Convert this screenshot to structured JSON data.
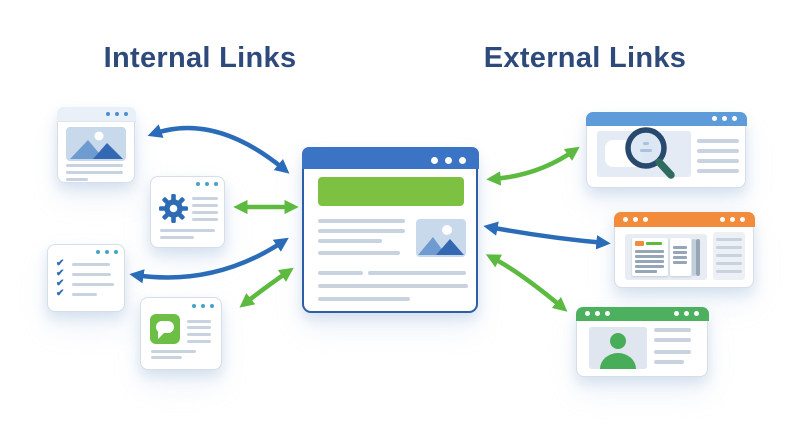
{
  "headings": {
    "internal": "Internal Links",
    "external": "External Links"
  },
  "palette": {
    "heading_navy": "#2E4A7B",
    "arrow_blue": "#2B6CB8",
    "arrow_green": "#5CBA40",
    "center_titlebar": "#3B74C4",
    "center_border": "#2E5FA6",
    "banner_green": "#7CC142",
    "search_header": "#5D9CD8",
    "news_header": "#F28C3C",
    "profile_header": "#4DB05F",
    "chat_green": "#6CBF44",
    "person_green": "#47AD58",
    "icon_blue": "#2D6CB4",
    "magnifier_ring": "#27496D",
    "magnifier_handle": "#2F6B5E",
    "image_bg": "#C9D9EC",
    "mountain_light": "#6E9CD0",
    "mountain_dark": "#3568B2",
    "line_gray": "#C9D3E0",
    "card_border": "#D7DEE9",
    "dot_teal": "#45A3C9"
  },
  "main_page": {
    "id": "main-page",
    "type": "browser-window",
    "titlebar_dots": 3,
    "contents": [
      "green-banner",
      "text-line-placeholders",
      "image-thumbnail"
    ]
  },
  "internal_pages": [
    {
      "id": "image-page",
      "icon": "image-mountains-icon",
      "titlebar_dots": 3
    },
    {
      "id": "settings-page",
      "icon": "gear-icon",
      "titlebar_dots": 3
    },
    {
      "id": "checklist-page",
      "icon": "checklist-icon",
      "titlebar_dots": 3
    },
    {
      "id": "comments-page",
      "icon": "chat-bubble-icon",
      "titlebar_dots": 3
    }
  ],
  "external_pages": [
    {
      "id": "search-page",
      "icon": "magnifier-icon",
      "header_color": "#5D9CD8",
      "titlebar_dots": 3
    },
    {
      "id": "news-page",
      "icon": "newspaper-icon",
      "header_color": "#F28C3C",
      "titlebar_dots": 6
    },
    {
      "id": "profile-page",
      "icon": "person-icon",
      "header_color": "#4DB05F",
      "titlebar_dots": 6
    }
  ],
  "links": [
    {
      "from": "main-page",
      "to": "image-page",
      "color": "#2B6CB8",
      "bidirectional": true
    },
    {
      "from": "main-page",
      "to": "settings-page",
      "color": "#5CBA40",
      "bidirectional": true
    },
    {
      "from": "main-page",
      "to": "checklist-page",
      "color": "#2B6CB8",
      "bidirectional": true
    },
    {
      "from": "main-page",
      "to": "comments-page",
      "color": "#5CBA40",
      "bidirectional": true
    },
    {
      "from": "main-page",
      "to": "search-page",
      "color": "#5CBA40",
      "bidirectional": true
    },
    {
      "from": "main-page",
      "to": "news-page",
      "color": "#2B6CB8",
      "bidirectional": true
    },
    {
      "from": "main-page",
      "to": "profile-page",
      "color": "#5CBA40",
      "bidirectional": true
    }
  ]
}
